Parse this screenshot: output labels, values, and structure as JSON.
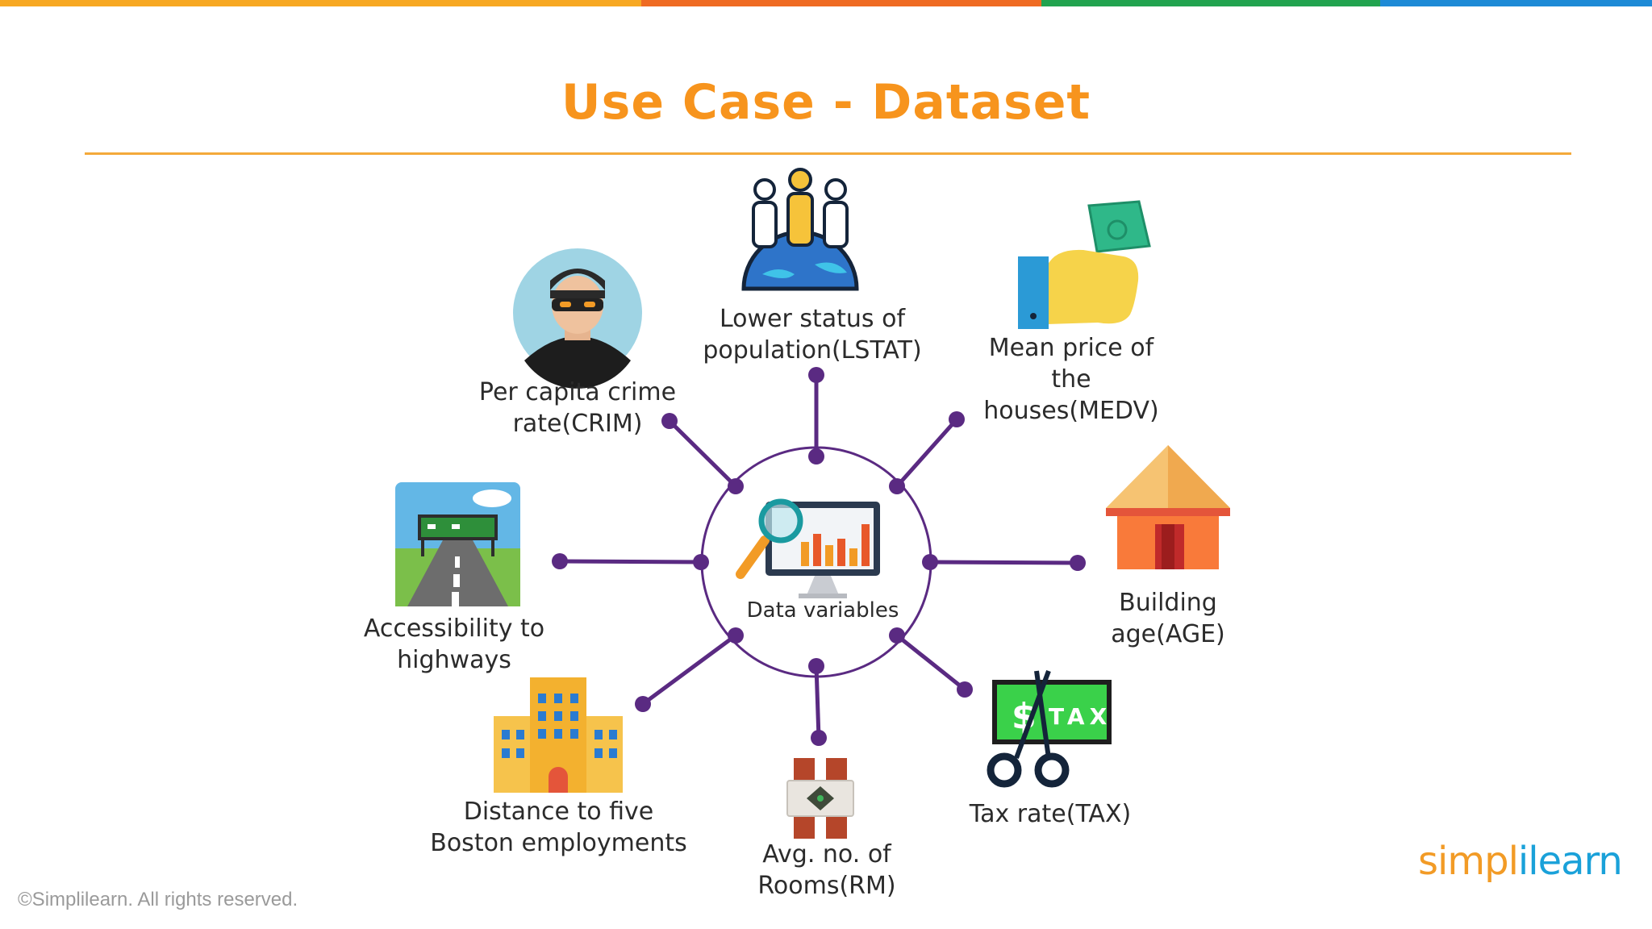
{
  "top_bar_colors": [
    "#f7a823",
    "#ef6b23",
    "#22a34f",
    "#1e8ad6"
  ],
  "title": "Use Case - Dataset",
  "center": {
    "label": "Data variables"
  },
  "nodes": {
    "lstat": "Lower status of\npopulation(LSTAT)",
    "medv": "Mean price of\nthe\nhouses(MEDV)",
    "age": "Building\nage(AGE)",
    "tax": "Tax rate(TAX)",
    "rm": "Avg. no. of\nRooms(RM)",
    "dis": "Distance to five\nBoston employments",
    "rad": "Accessibility to\nhighways",
    "crim": "Per capita crime\nrate(CRIM)"
  },
  "tax_sign_text": "TAX",
  "footer": {
    "copyright": "©Simplilearn. All rights reserved.",
    "logo_part1": "simpl",
    "logo_part2": "ilearn"
  },
  "colors": {
    "title": "#f7941d",
    "connector": "#5a2a82",
    "logo_orange": "#f29b26",
    "logo_blue": "#1aa1d9"
  }
}
